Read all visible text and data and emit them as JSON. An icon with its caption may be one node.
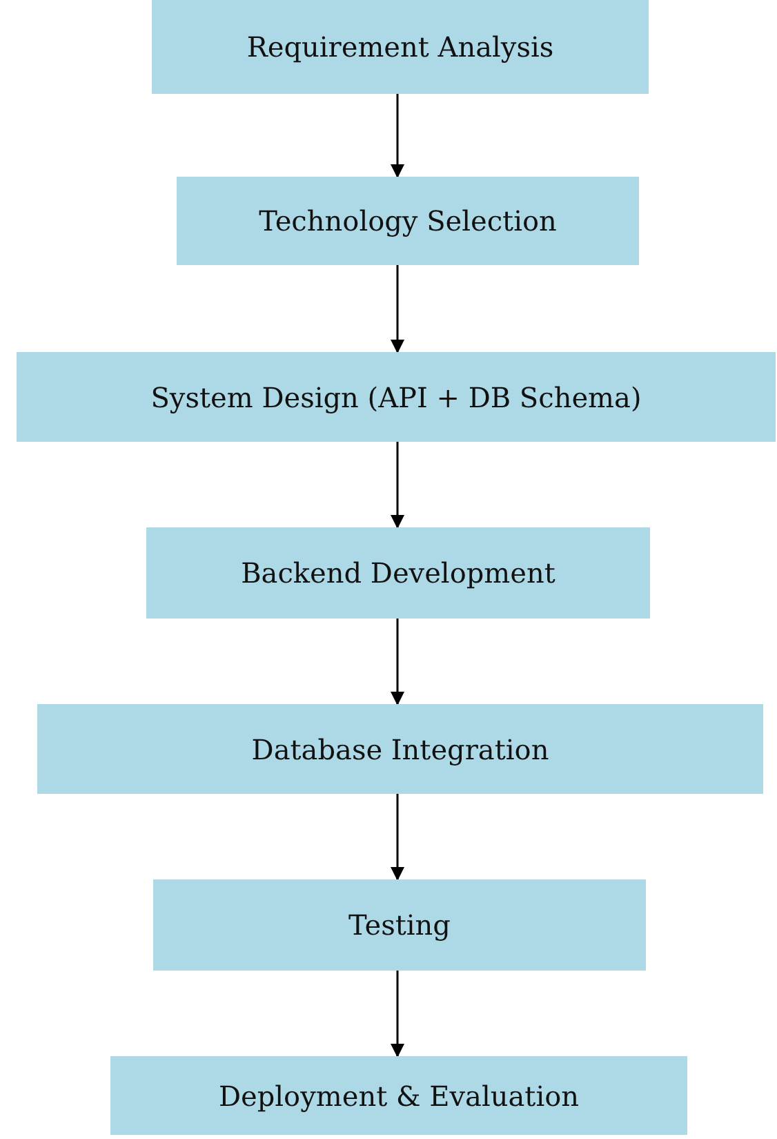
{
  "diagram": {
    "nodes": [
      {
        "text": [
          "Requirement Analysis"
        ]
      },
      {
        "text": [
          "Technology Selection"
        ]
      },
      {
        "text": [
          "System Design (API + DB Schema)"
        ]
      },
      {
        "text": [
          "Backend Development"
        ]
      },
      {
        "text": [
          "Database Integration"
        ]
      },
      {
        "text": [
          "Testing"
        ]
      },
      {
        "text": [
          "Deployment & Evaluation"
        ]
      }
    ],
    "edges": [
      {
        "from": 0,
        "to": 1,
        "arrow": "to"
      },
      {
        "from": 1,
        "to": 2,
        "arrow": "to"
      },
      {
        "from": 2,
        "to": 3,
        "arrow": "to"
      },
      {
        "from": 3,
        "to": 4,
        "arrow": "to"
      },
      {
        "from": 4,
        "to": 5,
        "arrow": "to"
      },
      {
        "from": 5,
        "to": 6,
        "arrow": "to"
      }
    ]
  }
}
